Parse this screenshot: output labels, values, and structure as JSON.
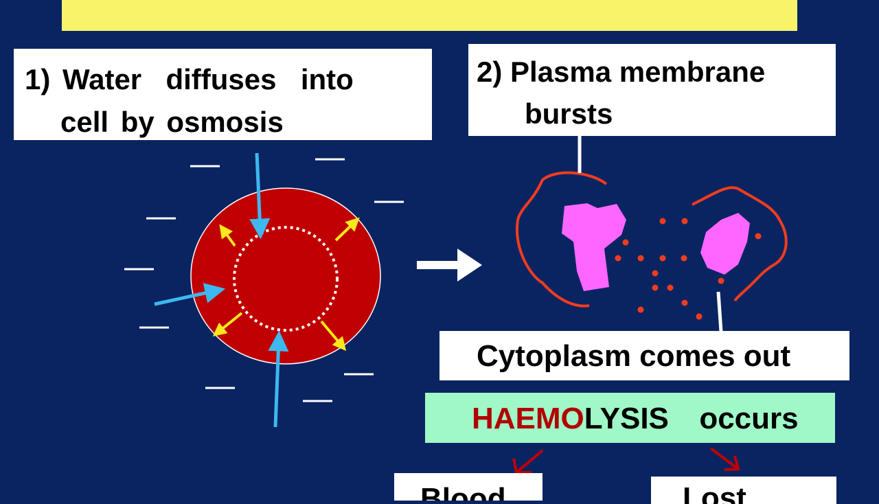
{
  "labels": {
    "step1_line1": "1) Water  diffuses  into",
    "step1_line2": "cell by osmosis",
    "step2_line1": "2) Plasma membrane",
    "step2_line2": "bursts",
    "cytoplasm": "Cytoplasm comes out",
    "haemolysis_red": "HAEMO",
    "haemolysis_rest": "LYSIS  occurs",
    "bottom_left_partial": "Blood",
    "bottom_right_partial": "Lost"
  },
  "colors": {
    "background": "#0a2461",
    "title_bar": "#f8f46a",
    "cell_fill": "#c00000",
    "water_arrow": "#3db8f0",
    "pressure_arrow": "#f8e81c",
    "membrane": "#f23c1e",
    "cytoplasm_blob": "#ff66ff",
    "haemolysis_box": "#a0f7c8",
    "haemolysis_highlight": "#b20000",
    "result_arrow": "#c00000"
  }
}
